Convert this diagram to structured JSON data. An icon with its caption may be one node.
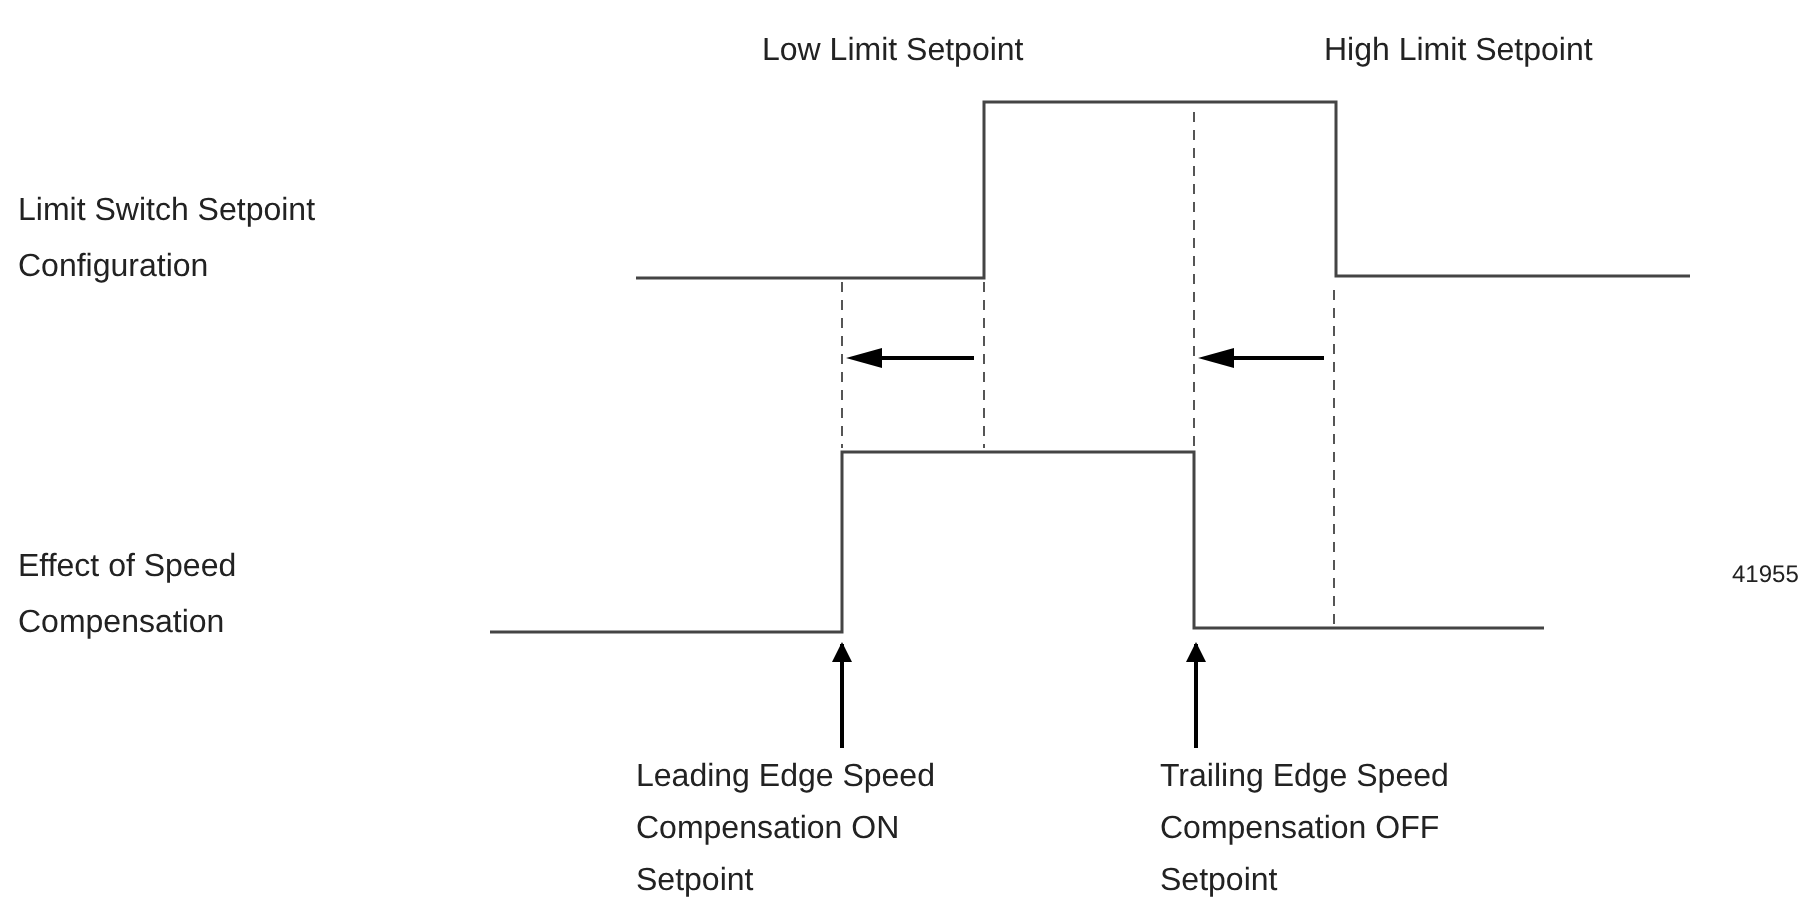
{
  "diagram": {
    "nodes": [
      {
        "text": [
          "Leading Edge Speed Compensation ON Setpoint"
        ]
      },
      {
        "text": [
          "Trailing Edge Speed Compensation OFF Setpoint"
        ]
      }
    ],
    "edges": [
      {
        "from": 0,
        "to": null,
        "arrow": "to"
      },
      {
        "from": 1,
        "to": null,
        "arrow": "to"
      }
    ],
    "labels": [
      "Low Limit Setpoint",
      "High Limit Setpoint",
      "Limit Switch Setpoint Configuration",
      "Effect of Speed Compensation",
      "41955"
    ]
  }
}
